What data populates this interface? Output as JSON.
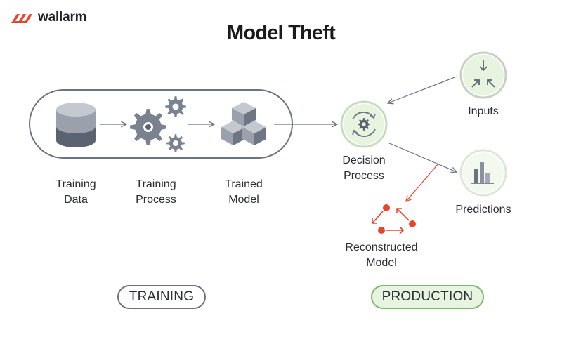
{
  "brand": {
    "name": "wallarm",
    "logo_icon": "wallarm-logo-icon",
    "accent": "#e8452c"
  },
  "title": "Model Theft",
  "training": {
    "nodes": [
      {
        "label_line1": "Training",
        "label_line2": "Data",
        "icon": "database-icon"
      },
      {
        "label_line1": "Training",
        "label_line2": "Process",
        "icon": "gears-icon"
      },
      {
        "label_line1": "Trained",
        "label_line2": "Model",
        "icon": "cubes-icon"
      }
    ]
  },
  "production": {
    "decision": {
      "label_line1": "Decision",
      "label_line2": "Process",
      "icon": "refresh-gear-icon"
    },
    "inputs": {
      "label": "Inputs",
      "icon": "arrows-inward-icon"
    },
    "predictions": {
      "label": "Predictions",
      "icon": "bar-chart-icon"
    },
    "reconstructed": {
      "label_line1": "Reconstructed",
      "label_line2": "Model",
      "icon": "triangle-nodes-icon"
    }
  },
  "sections": {
    "training_label": "TRAINING",
    "production_label": "PRODUCTION"
  },
  "colors": {
    "icon_gray": "#7a8290",
    "icon_dark": "#5b6371",
    "attack_red": "#e8452c",
    "production_green": "#79b86a",
    "production_fill": "#e7f4df",
    "arrow_gray": "#6b7380"
  }
}
